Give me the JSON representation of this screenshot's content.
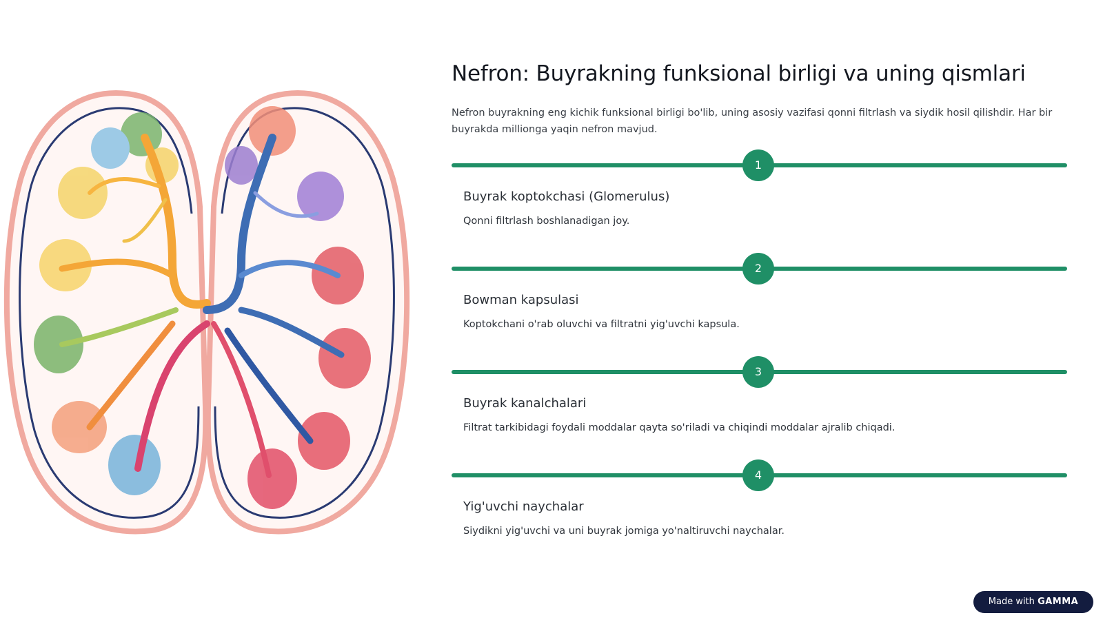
{
  "slide": {
    "title": "Nefron: Buyrakning funksional birligi va uning qismlari",
    "intro": "Nefron buyrakning eng kichik funksional birligi bo'lib, uning asosiy vazifasi qonni filtrlash va siydik hosil qilishdir. Har bir buyrakda millionga yaqin nefron mavjud."
  },
  "steps": [
    {
      "number": "1",
      "title": "Buyrak koptokchasi (Glomerulus)",
      "desc": "Qonni filtrlash boshlanadigan joy."
    },
    {
      "number": "2",
      "title": "Bowman kapsulasi",
      "desc": "Koptokchani o'rab oluvchi va filtratni yig'uvchi kapsula."
    },
    {
      "number": "3",
      "title": "Buyrak kanalchalari",
      "desc": "Filtrat tarkibidagi foydali moddalar qayta so'riladi va chiqindi moddalar ajralib chiqadi."
    },
    {
      "number": "4",
      "title": "Yig'uvchi naychalar",
      "desc": "Siydikni yig'uvchi va uni buyrak jomiga yo'naltiruvchi naychalar."
    }
  ],
  "badge": {
    "prefix": "Made with",
    "brand": "GAMMA"
  },
  "colors": {
    "accent": "#1f8f66",
    "badge_bg": "#131c3f"
  }
}
